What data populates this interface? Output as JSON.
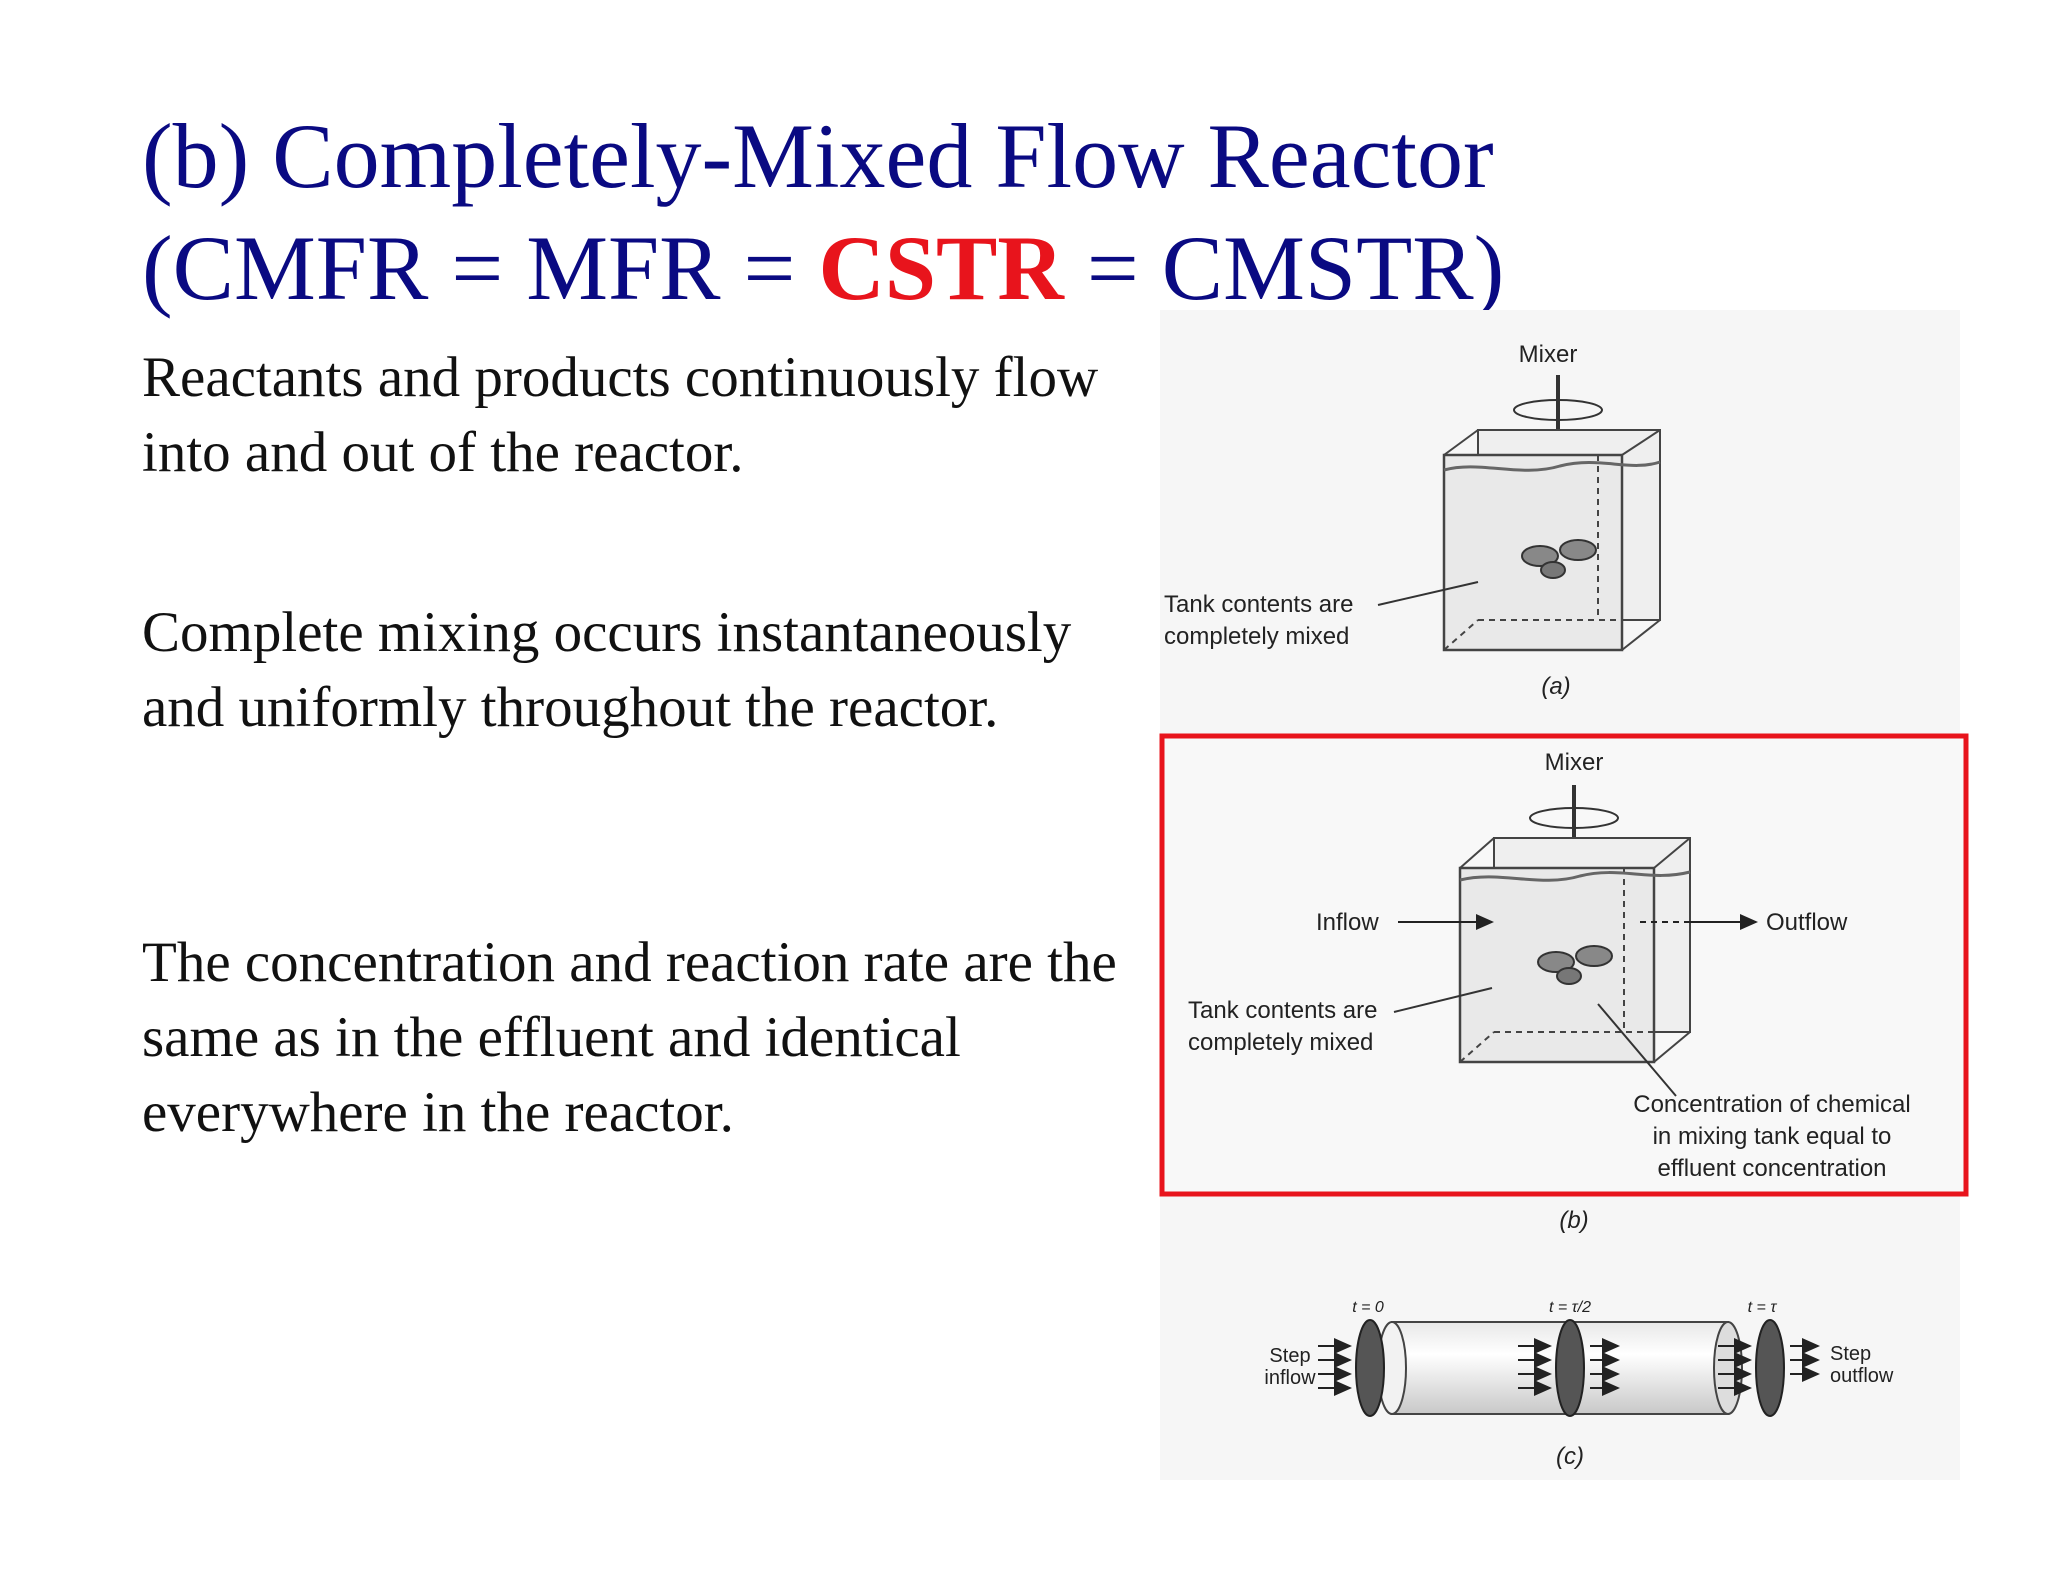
{
  "slide": {
    "title_line1": "(b) Completely-Mixed Flow Reactor",
    "title_line2_a": "(CMFR = MFR = ",
    "title_line2_highlight": "CSTR",
    "title_line2_b": " = CMSTR)",
    "highlight_color": "#e8141c",
    "title_color": "#0a0a82",
    "paragraphs": [
      "Reactants and products continuously flow into and out of the reactor.",
      "Complete mixing occurs instantaneously and uniformly throughout the reactor.",
      "The concentration and reaction rate are the same as in the effluent and identical everywhere in the reactor."
    ]
  },
  "figure": {
    "a": {
      "mixer": "Mixer",
      "tank_line1": "Tank contents are",
      "tank_line2": "completely mixed",
      "caption": "(a)"
    },
    "b": {
      "mixer": "Mixer",
      "inflow": "Inflow",
      "outflow": "Outflow",
      "tank_line1": "Tank contents are",
      "tank_line2": "completely mixed",
      "conc_line1": "Concentration of chemical",
      "conc_line2": "in mixing tank equal to",
      "conc_line3": "effluent concentration",
      "caption": "(b)",
      "highlight_box_color": "#e8141c"
    },
    "c": {
      "t0": "t = 0",
      "t_half": "t = τ/2",
      "t_tau": "t = τ",
      "step_in_1": "Step",
      "step_in_2": "inflow",
      "step_out_1": "Step",
      "step_out_2": "outflow",
      "caption": "(c)"
    }
  }
}
